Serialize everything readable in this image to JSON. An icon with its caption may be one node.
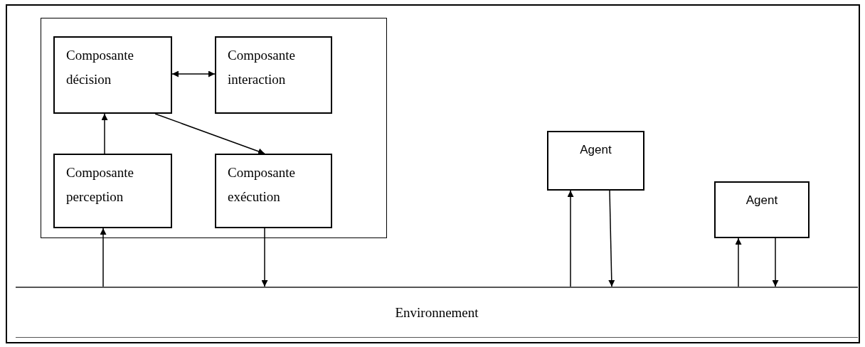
{
  "diagram": {
    "nodes": [
      {
        "text": [],
        "shape": "box"
      },
      {
        "text": [
          "Composante décision"
        ],
        "in": 0
      },
      {
        "text": [
          "Composante interaction"
        ],
        "in": 0
      },
      {
        "text": [
          "Composante perception"
        ],
        "in": 0
      },
      {
        "text": [
          "Composante exécution"
        ],
        "in": 0
      },
      {
        "text": [
          "Agent"
        ]
      },
      {
        "text": [
          "Agent"
        ]
      },
      {
        "text": [
          "Environnement"
        ]
      }
    ],
    "edges": [
      {
        "from": 1,
        "to": 2,
        "arrow": "both"
      },
      {
        "from": 3,
        "to": 1,
        "arrow": "to"
      },
      {
        "from": 1,
        "to": 4,
        "arrow": "to"
      },
      {
        "from": 7,
        "to": 3,
        "arrow": "to"
      },
      {
        "from": 4,
        "to": 7,
        "arrow": "to"
      },
      {
        "from": 7,
        "to": 5,
        "arrow": "to"
      },
      {
        "from": 5,
        "to": 7,
        "arrow": "to"
      },
      {
        "from": 7,
        "to": 6,
        "arrow": "to"
      },
      {
        "from": 6,
        "to": 7,
        "arrow": "to"
      }
    ]
  }
}
